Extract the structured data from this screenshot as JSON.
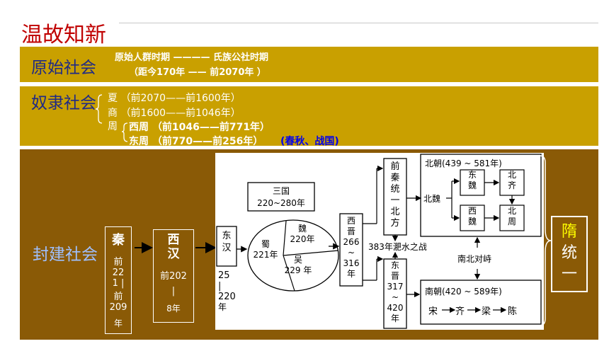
{
  "title": "温故知新",
  "primitive": {
    "label": "原始社会",
    "line1": "原始人群时期 ———— 氏族公社时期",
    "line2": "（距今170年 —— 前2070年 ）"
  },
  "slave": {
    "label": "奴隶社会",
    "xia": "夏 （前2070——前1600年）",
    "shang": "商 （前1600——前1046年）",
    "zhou": "周",
    "xizhou": "西周 （前1046——前771年）",
    "dongzhou": "东周 （前770——前256年）",
    "chunqiu": "(春秋、战国)"
  },
  "feudal": {
    "label": "封建社会",
    "qin": {
      "name": "秦",
      "l1": "前",
      "l2": "22",
      "l3": "1 |",
      "l4": "前",
      "l5": "209",
      "l6": "年"
    },
    "xihan": {
      "name1": "西",
      "name2": "汉",
      "start": "前202",
      "bar": "|",
      "end": "8年"
    },
    "donghan": {
      "n1": "东",
      "n2": "汉",
      "y1": "25",
      "bar": "|",
      "y2": "220",
      "y3": "年"
    },
    "sanguo": {
      "title": "三国",
      "years": "220~280年"
    },
    "shu": {
      "n": "蜀",
      "y": "221年"
    },
    "wei": {
      "n": "魏",
      "y": "220年"
    },
    "wu": {
      "n": "吴",
      "y": "229 年"
    },
    "xijin": {
      "c1": "西",
      "c2": "晋",
      "c3": "266",
      "c4": "~",
      "c5": "316",
      "c6": "年"
    },
    "qianqin": {
      "c1": "前",
      "c2": "秦",
      "c3": "统",
      "c4": "一",
      "c5": "北",
      "c6": "方"
    },
    "feishui": "383年淝水之战",
    "dongjin": {
      "c1": "东",
      "c2": "晋",
      "c3": "317",
      "c4": "~",
      "c5": "420",
      "c6": "年"
    },
    "beichao": "北朝(439 ~ 581年)",
    "beiwei": "北魏",
    "dongwei": {
      "c1": "东",
      "c2": "魏"
    },
    "xiwei": {
      "c1": "西",
      "c2": "魏"
    },
    "beiqi": {
      "c1": "北",
      "c2": "齐"
    },
    "beizhou": {
      "c1": "北",
      "c2": "周"
    },
    "nanbei": "南北对峙",
    "nanchao": "南朝(420 ~ 589年)",
    "song": "宋",
    "qi": "齐",
    "liang": "梁",
    "chen": "陈",
    "sui": {
      "c1": "隋",
      "c2": "统",
      "c3": "一"
    }
  },
  "colors": {
    "gold": "#c9a000",
    "brown": "#8a5a06",
    "red": "#c00000",
    "navy": "#1f2a86",
    "yellow": "#ffff00"
  }
}
